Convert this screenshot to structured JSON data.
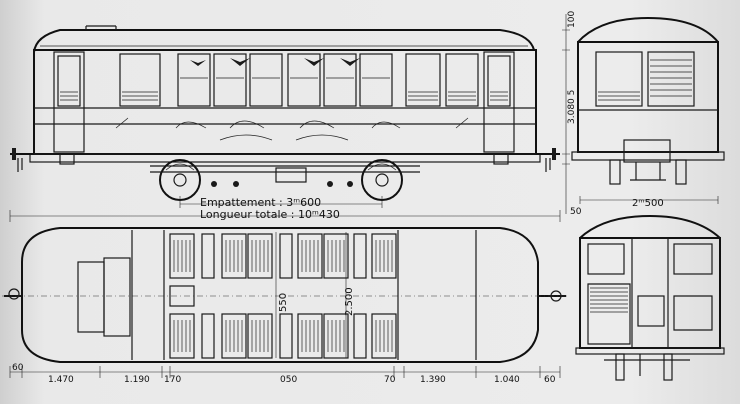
{
  "labels": {
    "empattement": "Empattement : 3ᵐ600",
    "longueur": "Longueur totale : 10ᵐ430",
    "h_roof": "100",
    "h_body": "3.080 5",
    "h_sill": "50",
    "width_total": "2ᵐ500",
    "seat_pitch": "550",
    "inner_width": "2.500",
    "dim_60_left": "60",
    "dim_1470": "1.470",
    "dim_1190": "1.190",
    "dim_170": "170",
    "dim_050": "050",
    "dim_70": "70",
    "dim_1390": "1.390",
    "dim_1040": "1.040",
    "dim_60_right": "60"
  }
}
